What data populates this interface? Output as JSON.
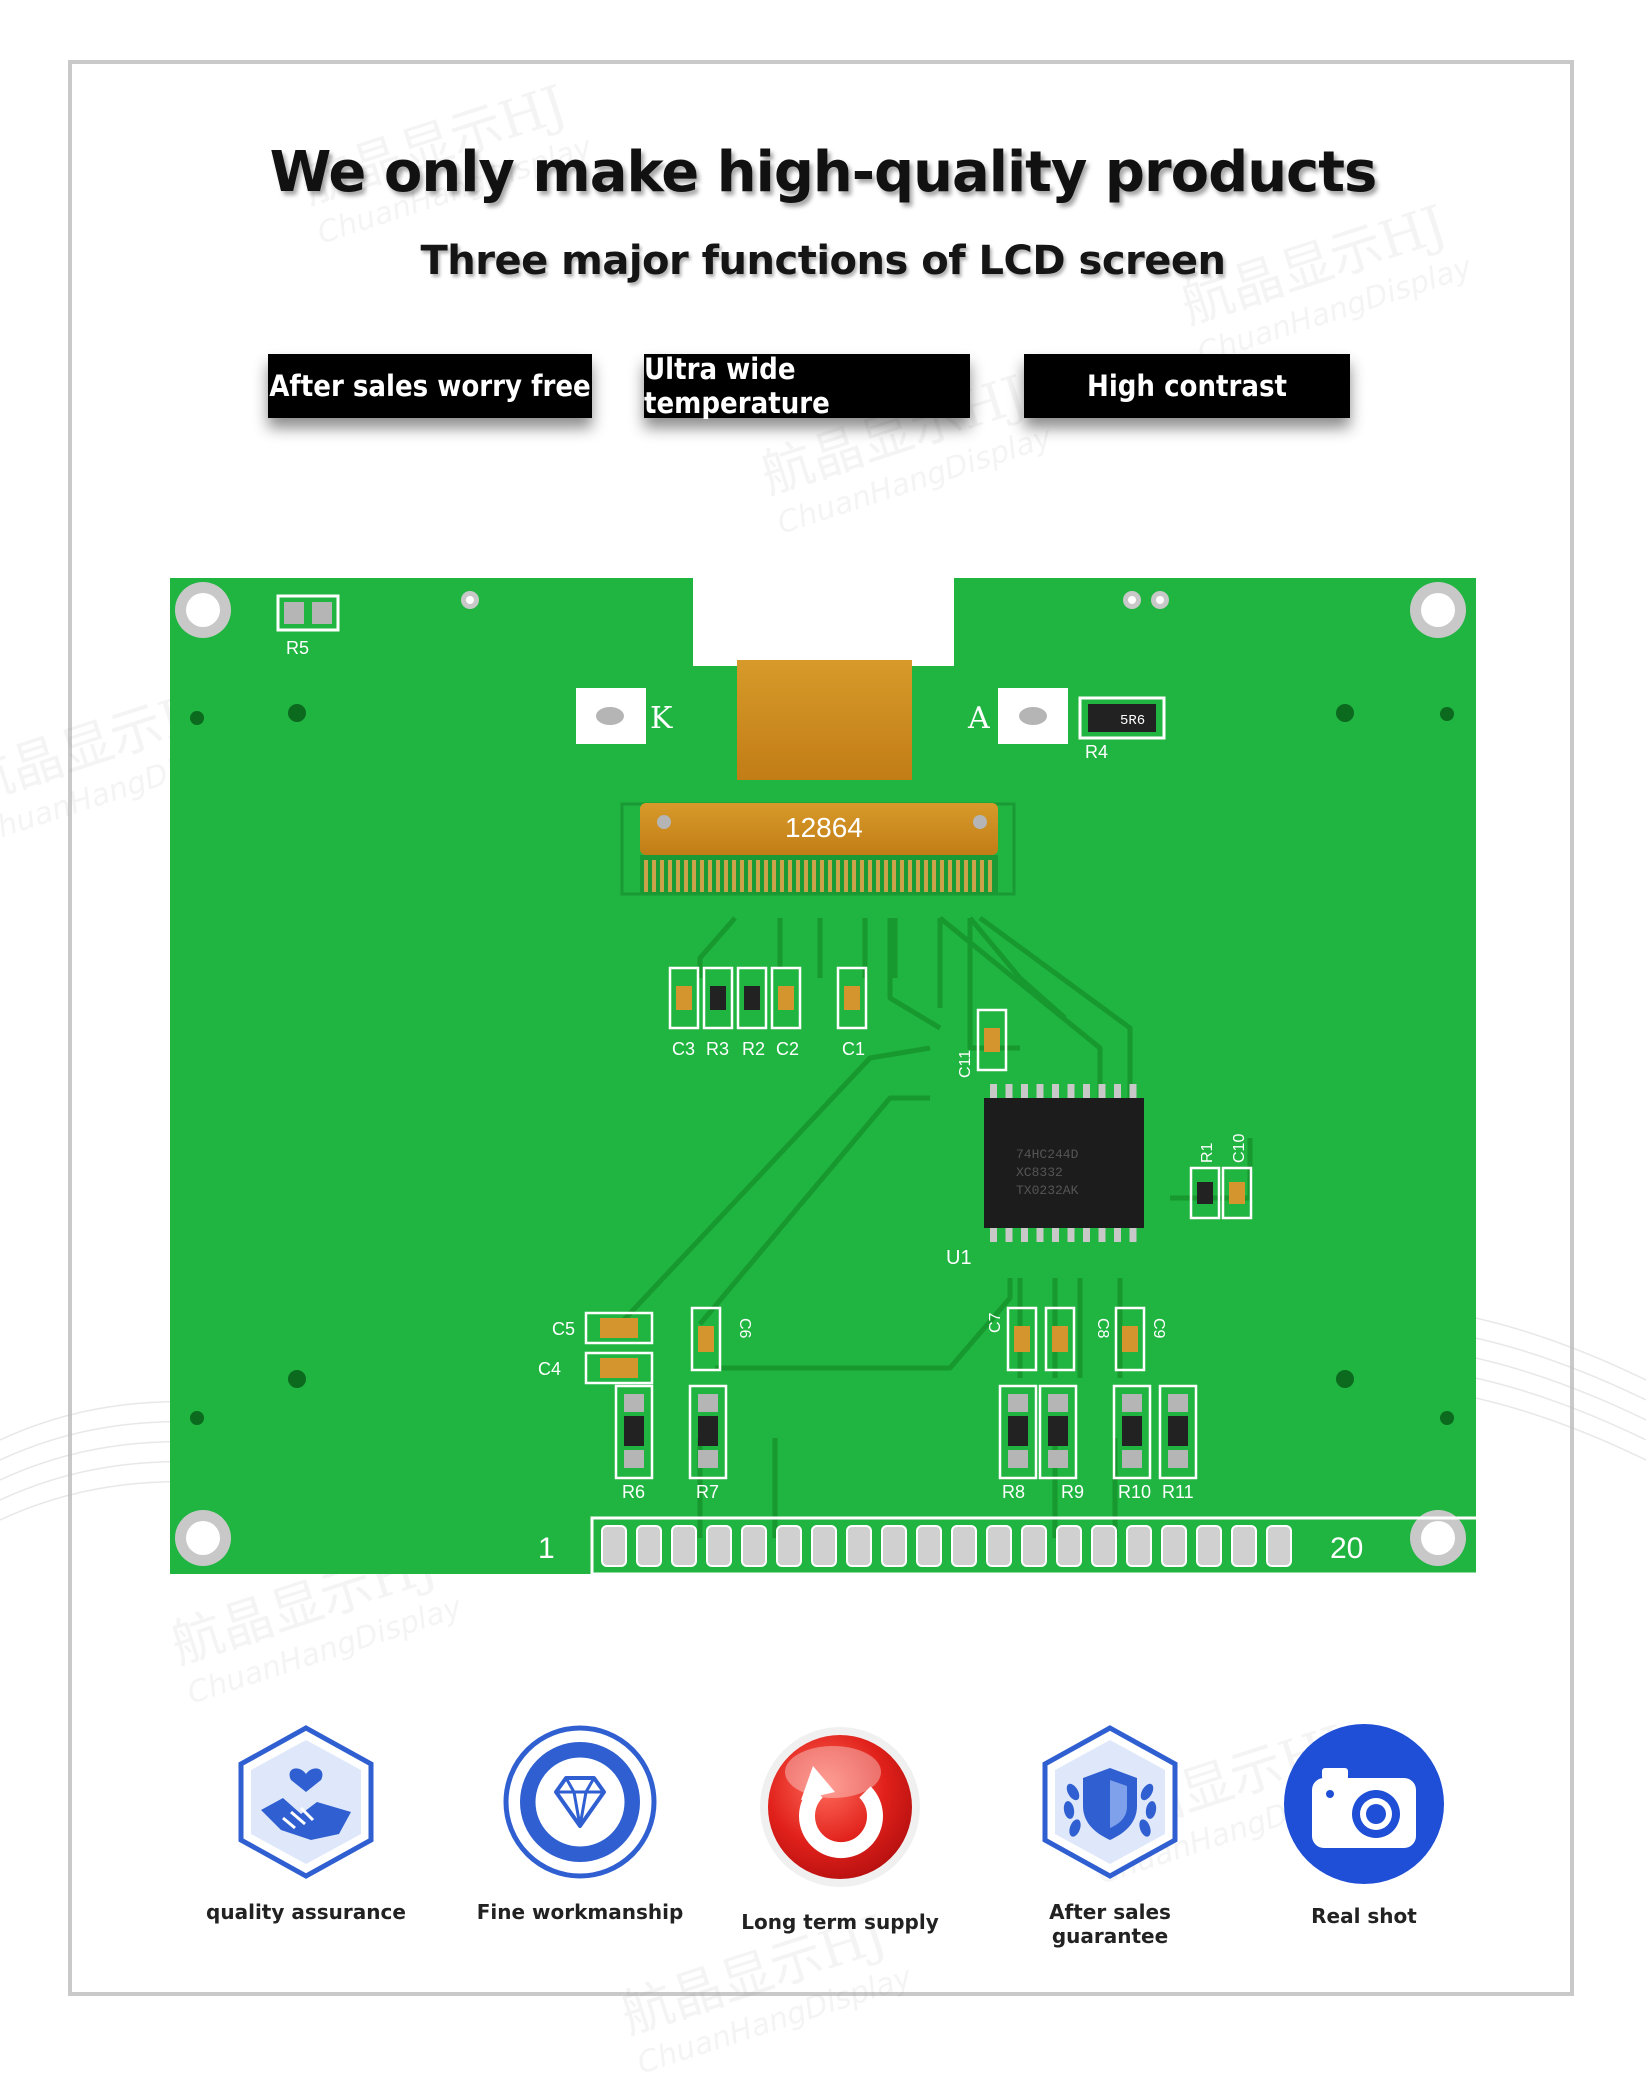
{
  "headline": "We only make high-quality products",
  "subheadline": "Three major functions of LCD screen",
  "tags": [
    "After sales worry free",
    "Ultra wide temperature",
    "High contrast"
  ],
  "watermark": "航晶显示HJ",
  "watermark_sub": "ChuanHangDisplay",
  "board": {
    "model": "12864",
    "pin_first": "1",
    "pin_last": "20",
    "pad_k": "K",
    "pad_a": "A",
    "chip_label": "U1",
    "chip_text": [
      "74HC244D",
      "XC8332",
      "TX0232AK"
    ],
    "r4_value": "5R6",
    "refs": {
      "r5": "R5",
      "r4": "R4",
      "c3": "C3",
      "r3": "R3",
      "r2": "R2",
      "c2": "C2",
      "c1": "C1",
      "c11": "C11",
      "r1": "R1",
      "c10": "C10",
      "c5": "C5",
      "c4": "C4",
      "c6": "C6",
      "c7": "C7",
      "c8": "C8",
      "c9": "C9",
      "r6": "R6",
      "r7": "R7",
      "r8": "R8",
      "r9": "R9",
      "r10": "R10",
      "r11": "R11"
    }
  },
  "features": [
    {
      "label": "quality assurance",
      "icon": "handshake-heart-icon"
    },
    {
      "label": "Fine workmanship",
      "icon": "diamond-icon"
    },
    {
      "label": "Long term supply",
      "icon": "refresh-arrow-icon"
    },
    {
      "label": "After sales guarantee",
      "icon": "shield-laurel-icon"
    },
    {
      "label": "Real shot",
      "icon": "camera-icon"
    }
  ],
  "colors": {
    "pcb_green": "#1fb53f",
    "trace_green": "#169a32",
    "icon_blue": "#2f5fd0",
    "flex_orange": "#d9921a",
    "supply_red": "#e0201a"
  }
}
